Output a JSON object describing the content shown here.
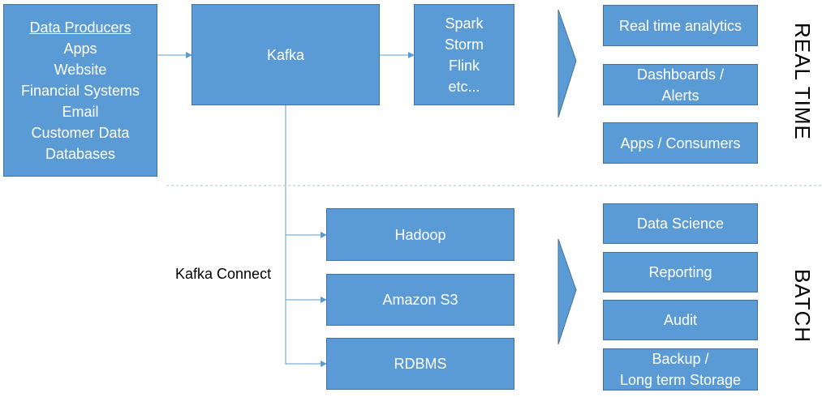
{
  "producers": {
    "heading": "Data Producers",
    "items": [
      "Apps",
      "Website",
      "Financial Systems",
      "Email",
      "Customer Data",
      "Databases"
    ]
  },
  "kafka": {
    "label": "Kafka"
  },
  "stream_processors": {
    "items": [
      "Spark",
      "Storm",
      "Flink",
      "etc..."
    ]
  },
  "realtime_outputs": {
    "analytics": "Real time analytics",
    "dashboards": [
      "Dashboards /",
      "Alerts"
    ],
    "apps": "Apps / Consumers"
  },
  "section_labels": {
    "realtime": "REAL TIME",
    "batch": "BATCH"
  },
  "kafka_connect": {
    "label": "Kafka Connect"
  },
  "batch_sinks": {
    "hadoop": "Hadoop",
    "s3": "Amazon S3",
    "rdbms": "RDBMS"
  },
  "batch_outputs": {
    "data_science": "Data Science",
    "reporting": "Reporting",
    "audit": "Audit",
    "backup": [
      "Backup /",
      "Long term Storage"
    ]
  },
  "colors": {
    "box_fill": "#5b9bd5",
    "box_border": "#41719c",
    "connector": "#5b9bd5",
    "divider": "#9dc3e6"
  }
}
